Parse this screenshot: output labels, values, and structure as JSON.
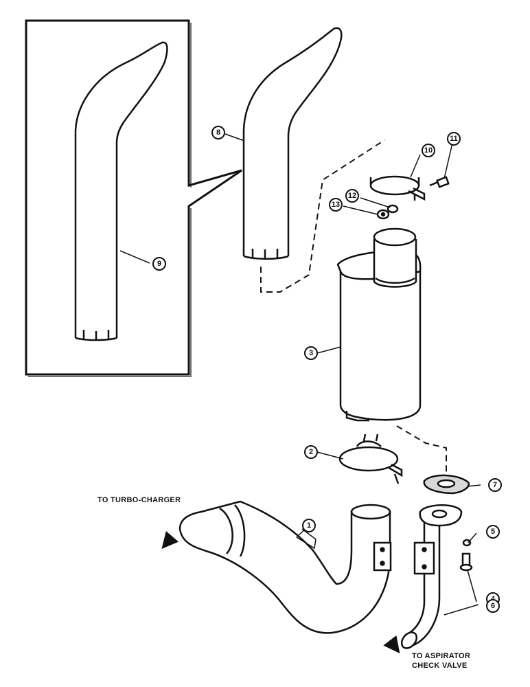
{
  "labels": {
    "turbo": "TO TURBO-CHARGER",
    "aspirator_line1": "TO ASPIRATOR",
    "aspirator_line2": "CHECK VALVE"
  },
  "callouts": {
    "c1": "1",
    "c2": "2",
    "c3": "3",
    "c4": "4",
    "c5": "5",
    "c6": "6",
    "c7": "7",
    "c8": "8",
    "c9": "9",
    "c10": "10",
    "c11": "11",
    "c12": "12",
    "c13": "13"
  }
}
